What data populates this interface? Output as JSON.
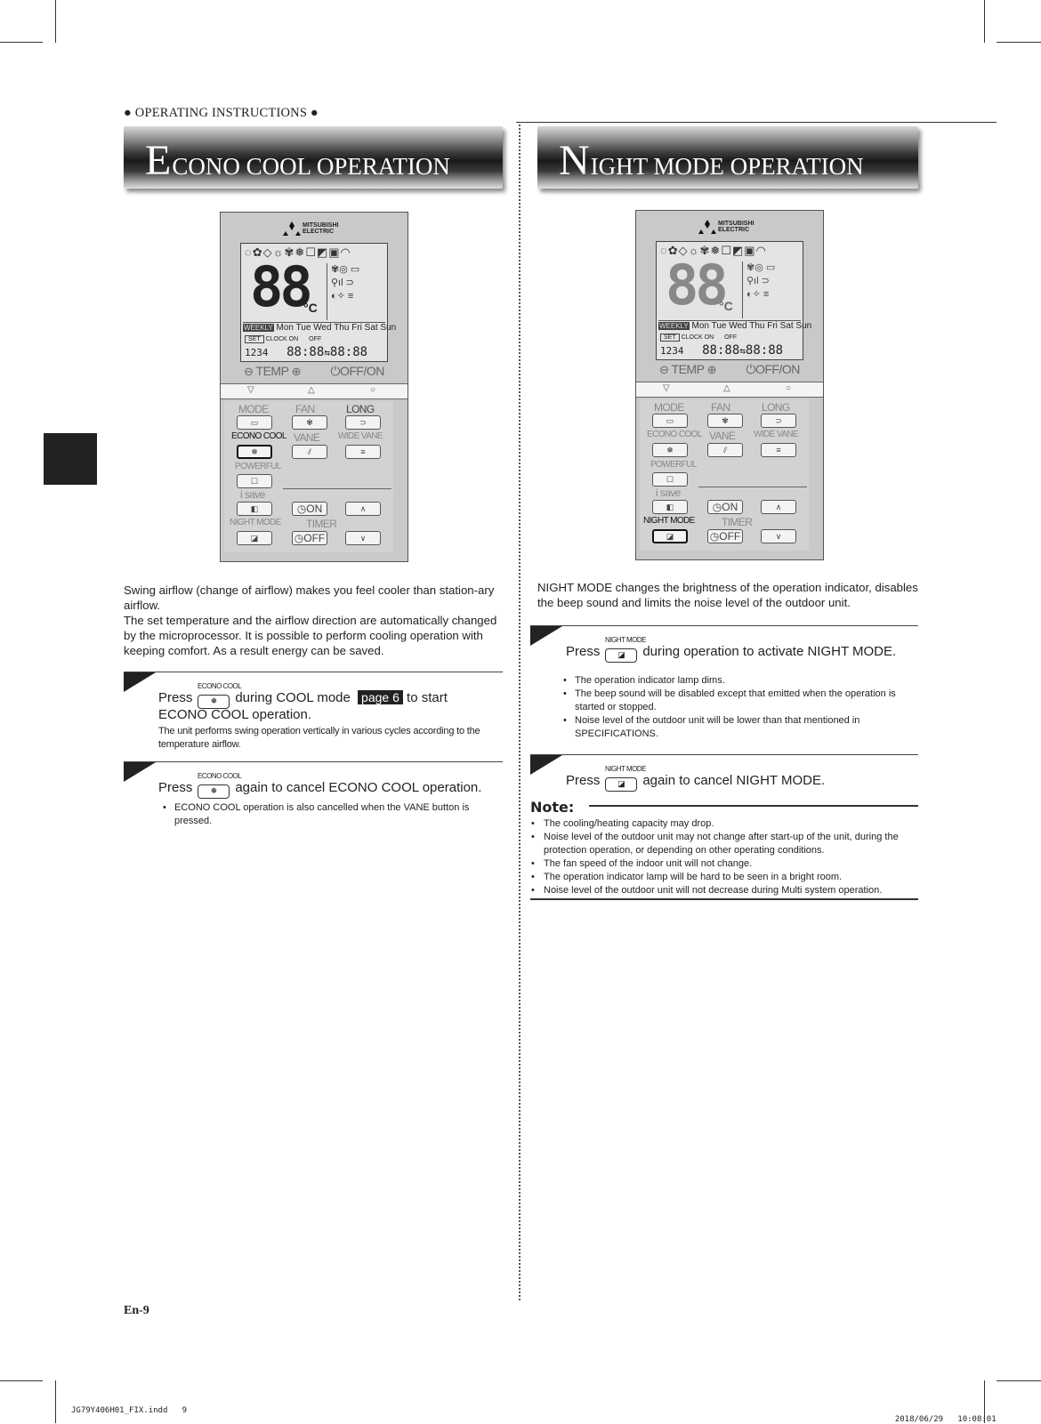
{
  "header": "● OPERATING INSTRUCTIONS ●",
  "left": {
    "banner_initial": "E",
    "banner_rest": "CONO COOL OPERATION",
    "intro_1": "Swing airflow (change of airflow) makes you feel cooler than station-ary airflow.",
    "intro_2": "The set temperature and the airflow direction are automatically changed by the microprocessor. It is possible to perform cooling operation with keeping comfort. As a result energy can be saved.",
    "step1": {
      "button_label": "ECONO COOL",
      "press": "Press",
      "after": "during COOL mode",
      "page_ref": "page 6",
      "after2": "to start",
      "line2": "ECONO COOL operation.",
      "note": "The unit performs swing operation vertically in various cycles according to the temperature airflow."
    },
    "step2": {
      "button_label": "ECONO COOL",
      "press": "Press",
      "after": "again to cancel ECONO COOL operation.",
      "bullet": "ECONO COOL operation is also cancelled when the VANE button is pressed."
    }
  },
  "right": {
    "banner_initial": "N",
    "banner_rest": "IGHT MODE OPERATION",
    "intro": "NIGHT MODE changes the brightness of the operation indicator, disables the beep sound and limits the noise level of the outdoor unit.",
    "step1": {
      "button_label": "NIGHT MODE",
      "press": "Press",
      "after": "during operation to activate NIGHT MODE.",
      "bullets": [
        "The operation indicator lamp dims.",
        "The beep sound will be disabled except that emitted when the operation is started or stopped.",
        "Noise level of the outdoor unit will be lower than that mentioned in SPECIFICATIONS."
      ]
    },
    "step2": {
      "button_label": "NIGHT MODE",
      "press": "Press",
      "after": "again to cancel NIGHT MODE."
    },
    "note_title": "Note:",
    "notes": [
      "The cooling/heating capacity may drop.",
      "Noise level of the outdoor unit may not change after start-up of the unit, during the protection operation, or depending on other operating conditions.",
      "The fan speed of the indoor unit will not change.",
      "The operation indicator lamp will be hard to be seen in a bright room.",
      "Noise level of the outdoor unit will not decrease during Multi system operation."
    ]
  },
  "remote": {
    "brand_1": "MITSUBISHI",
    "brand_2": "ELECTRIC",
    "lcd_temp": "88",
    "lcd_unit": "°C",
    "days": "Mon Tue Wed Thu Fri Sat Sun",
    "weekly": "WEEKLY",
    "set": "SET",
    "clock": "CLOCK",
    "on": "ON",
    "off": "OFF",
    "digits_1234": "1234",
    "time_a": "88:88",
    "time_b": "88:88",
    "temp": "TEMP",
    "offon": "OFF/ON",
    "mode": "MODE",
    "fan": "FAN",
    "long": "LONG",
    "econo_cool": "ECONO COOL",
    "vane": "VANE",
    "wide_vane": "WIDE VANE",
    "powerful": "POWERFUL",
    "isave": "i save",
    "night_mode": "NIGHT MODE",
    "timer": "TIMER",
    "timer_on": "ON",
    "timer_off": "OFF"
  },
  "footer": {
    "page_number": "En-9",
    "file": "JG79Y406H01_FIX.indd   9",
    "date": "2018/06/29",
    "time": "10:08:01"
  }
}
